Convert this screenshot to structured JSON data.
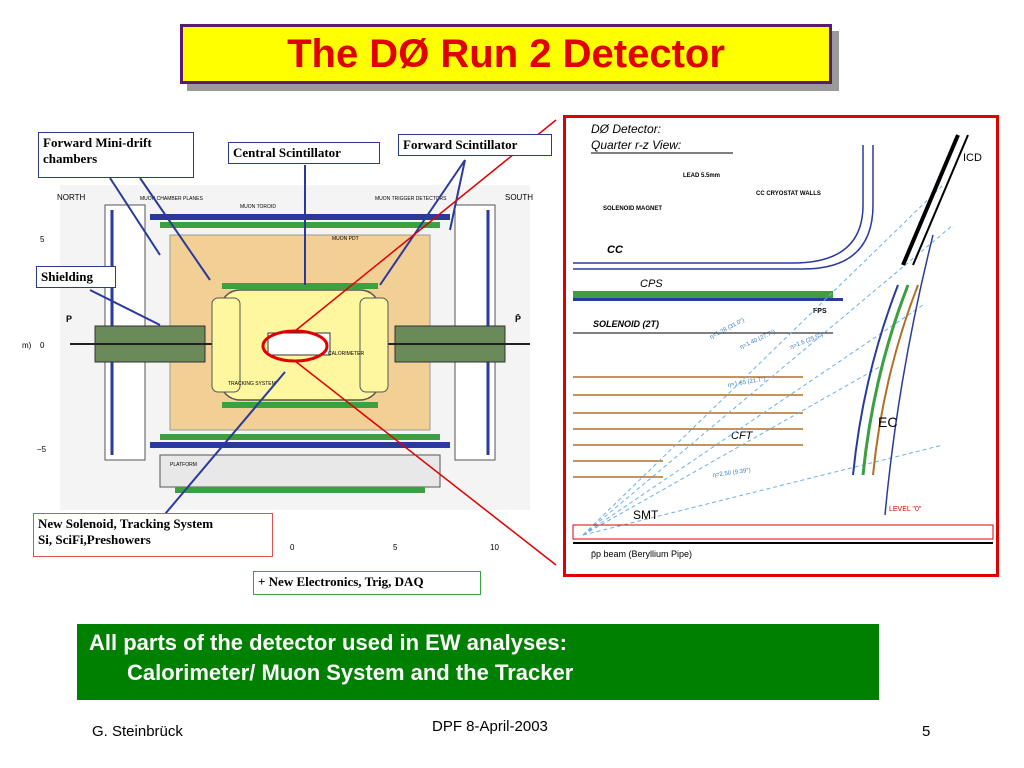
{
  "title": "The DØ Run 2 Detector",
  "callouts": {
    "forward_mini_drift": "Forward Mini-drift chambers",
    "central_scintillator": "Central Scintillator",
    "forward_scintillator": "Forward Scintillator",
    "shielding": "Shielding",
    "new_solenoid_line1": "New Solenoid, Tracking System",
    "new_solenoid_line2": "Si, SciFi,Preshowers",
    "new_electronics": "+ New Electronics, Trig, DAQ"
  },
  "detector_diagram": {
    "north": "NORTH",
    "south": "SOUTH",
    "y_ticks": [
      "5",
      "0",
      "−5"
    ],
    "y_unit": "m)",
    "x_ticks": [
      "0",
      "5",
      "10"
    ],
    "p_left": "P",
    "p_right": "P̄",
    "labels": {
      "muon_planes": "MUON CHAMBER PLANES",
      "muon_toroid": "MUON TOROID",
      "muon_trigger": "MUON TRIGGER DETECTORS",
      "muon_pdt": "MUON PDT",
      "calorimeter": "CALORIMETER",
      "tracking": "TRACKING SYSTEM",
      "platform": "PLATFORM"
    }
  },
  "quarter_view": {
    "title_line1": "DØ Detector:",
    "title_line2": "Quarter r-z View:",
    "icd": "ICD",
    "lead": "LEAD 5.5mm",
    "cc_cryostat": "CC CRYOSTAT WALLS",
    "solenoid_magnet": "SOLENOID MAGNET",
    "cc": "CC",
    "cps": "CPS",
    "fps": "FPS",
    "solenoid_2t": "SOLENOID (2T)",
    "cft": "CFT",
    "ec": "EC",
    "smt": "SMT",
    "level0": "LEVEL \"0\"",
    "beam": "p̄p beam (Beryllium Pipe)",
    "eta_labels": [
      "η=1.28 (31.0°)",
      "η=1.40 (27.7°)",
      "η=1.5 (25.5°)",
      "η=1.65 (21.7°)",
      "η=2.50 (9.39°)"
    ]
  },
  "summary": {
    "line1": "All parts of the detector used in EW analyses:",
    "line2": "Calorimeter/ Muon System and the Tracker"
  },
  "footer": {
    "author": "G. Steinbrück",
    "event": "DPF 8-April-2003",
    "page": "5"
  },
  "colors": {
    "title_bg": "#ffff00",
    "title_text": "#e00000",
    "summary_bg": "#008000",
    "highlight_red": "#e00000"
  }
}
